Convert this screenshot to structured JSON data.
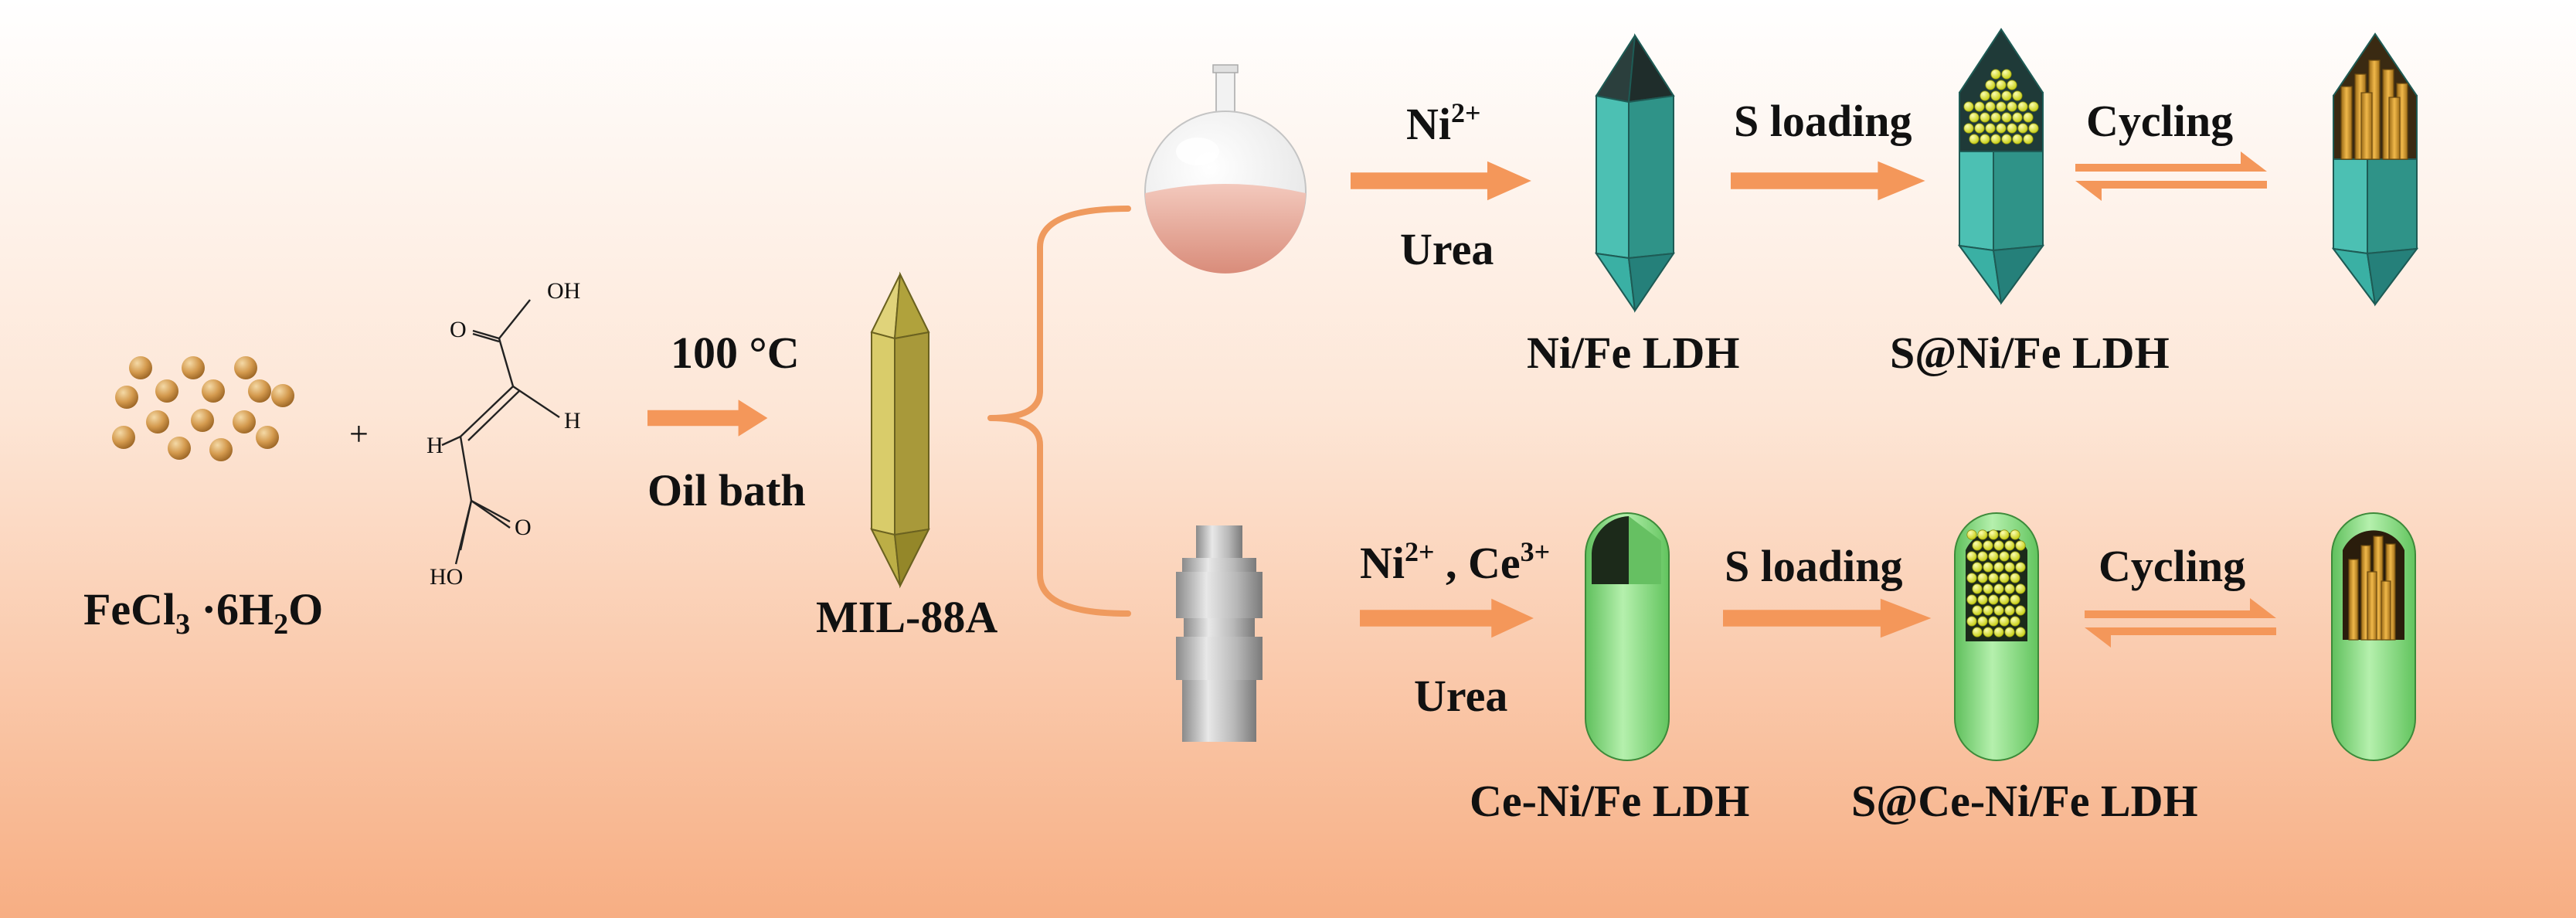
{
  "reactant": {
    "salt_main": "FeCl",
    "salt_sub3": "3",
    "salt_dot": " ·6H",
    "salt_sub2": "2",
    "salt_end": "O",
    "plus": "+",
    "fumaric_oh_top": "OH",
    "fumaric_oh_bottom": "HO",
    "fumaric_o_top": "O",
    "fumaric_o_bottom": "O",
    "fumaric_h_right": "H",
    "fumaric_h_left": "H"
  },
  "step1": {
    "temperature": "100 °C",
    "method": "Oil bath"
  },
  "mof_label": "MIL-88A",
  "top_route": {
    "ion_main": "Ni",
    "ion_sup": "2+",
    "reagent": "Urea",
    "product": "Ni/Fe LDH",
    "loading": "S loading",
    "loaded_product": "S@Ni/Fe LDH",
    "cycling": "Cycling"
  },
  "bottom_route": {
    "ion1_main": "Ni",
    "ion1_sup": "2+",
    "separator": " , ",
    "ion2_main": "Ce",
    "ion2_sup": "3+",
    "reagent": "Urea",
    "product": "Ce-Ni/Fe LDH",
    "loading": "S loading",
    "loaded_product": "S@Ce-Ni/Fe LDH",
    "cycling": "Cycling"
  },
  "colors": {
    "arrow": "#f4975a",
    "bracket": "#ef9a5e",
    "sphere": "#d49a4e",
    "mof_crystal": "#c8b84a",
    "ldh_crystal": "#3aa79c",
    "ce_capsule": "#8fd989",
    "sulfur": "#e8ee3a",
    "cycled_rods": "#c9871c",
    "bg_top": "#ffffff",
    "bg_bottom": "#f7ae83"
  },
  "icons": [
    "precursor-sphere-icon",
    "round-bottom-flask-icon",
    "autoclave-icon",
    "hexagonal-crystal-icon",
    "capsule-crystal-icon"
  ]
}
